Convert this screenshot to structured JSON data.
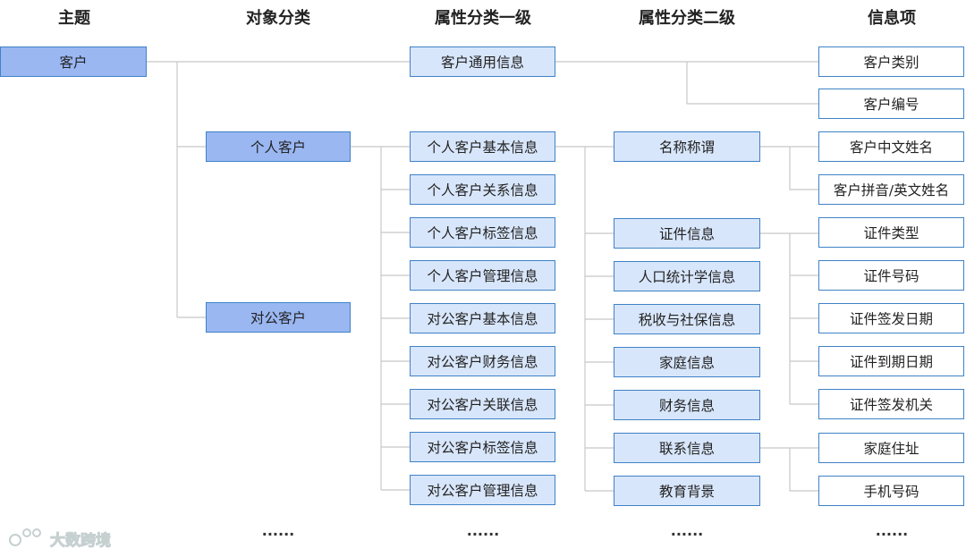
{
  "headers": {
    "topic": "主题",
    "object_class": "对象分类",
    "attr_l1": "属性分类一级",
    "attr_l2": "属性分类二级",
    "info_item": "信息项"
  },
  "nodes": {
    "topic": "客户",
    "object": [
      "个人客户",
      "对公客户"
    ],
    "attr1": [
      "客户通用信息",
      "个人客户基本信息",
      "个人客户关系信息",
      "个人客户标签信息",
      "个人客户管理信息",
      "对公客户基本信息",
      "对公客户财务信息",
      "对公客户关联信息",
      "对公客户标签信息",
      "对公客户管理信息"
    ],
    "attr2": [
      "名称称谓",
      "证件信息",
      "人口统计学信息",
      "税收与社保信息",
      "家庭信息",
      "财务信息",
      "联系信息",
      "教育背景"
    ],
    "info": [
      "客户类别",
      "客户编号",
      "客户中文姓名",
      "客户拼音/英文姓名",
      "证件类型",
      "证件号码",
      "证件签发日期",
      "证件到期日期",
      "证件签发机关",
      "家庭住址",
      "手机号码"
    ]
  },
  "ellipsis": "......",
  "watermark_text": "大数跨境",
  "colors": {
    "level_dark": "#9ab7f2",
    "level_light": "#d8e6fb",
    "border": "#3f82c6",
    "connector": "#c8c8c8"
  }
}
